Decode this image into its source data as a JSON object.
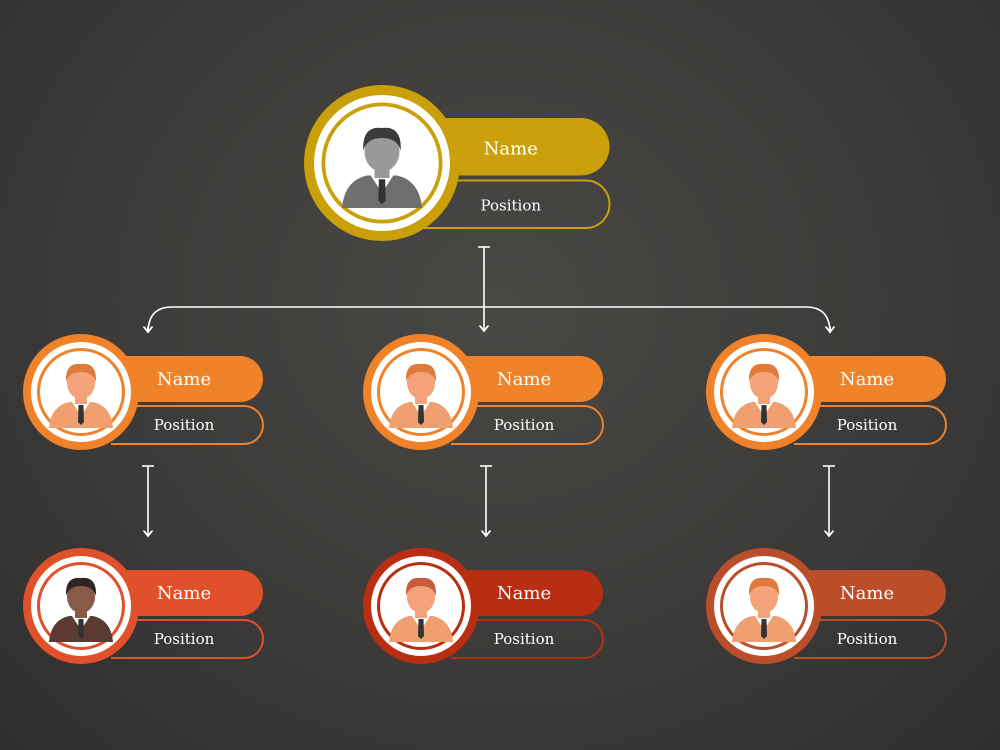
{
  "nodes": [
    {
      "id": "top",
      "level": 0,
      "name": "Name",
      "position": "Position",
      "accent": "#c9a00a",
      "inner": "#f2c21a"
    },
    {
      "id": "mid-left",
      "level": 1,
      "name": "Name",
      "position": "Position",
      "accent": "#f0822a",
      "inner": "#f39b4a"
    },
    {
      "id": "mid-center",
      "level": 1,
      "name": "Name",
      "position": "Position",
      "accent": "#f0822a",
      "inner": "#f39b4a"
    },
    {
      "id": "mid-right",
      "level": 1,
      "name": "Name",
      "position": "Position",
      "accent": "#f0822a",
      "inner": "#f39b4a"
    },
    {
      "id": "bot-left",
      "level": 2,
      "name": "Name",
      "position": "Position",
      "accent": "#e0502a",
      "inner": "#ec6a3e"
    },
    {
      "id": "bot-center",
      "level": 2,
      "name": "Name",
      "position": "Position",
      "accent": "#b82e12",
      "inner": "#c8401e"
    },
    {
      "id": "bot-right",
      "level": 2,
      "name": "Name",
      "position": "Position",
      "accent": "#bb4e2a",
      "inner": "#cc6a44"
    }
  ],
  "edges": [
    {
      "from": "top",
      "to": "mid-left"
    },
    {
      "from": "top",
      "to": "mid-center"
    },
    {
      "from": "top",
      "to": "mid-right"
    },
    {
      "from": "mid-left",
      "to": "bot-left"
    },
    {
      "from": "mid-center",
      "to": "bot-center"
    },
    {
      "from": "mid-right",
      "to": "bot-right"
    }
  ],
  "icons": {
    "avatar": "person-avatar-icon",
    "arrow": "arrow-down-icon"
  }
}
